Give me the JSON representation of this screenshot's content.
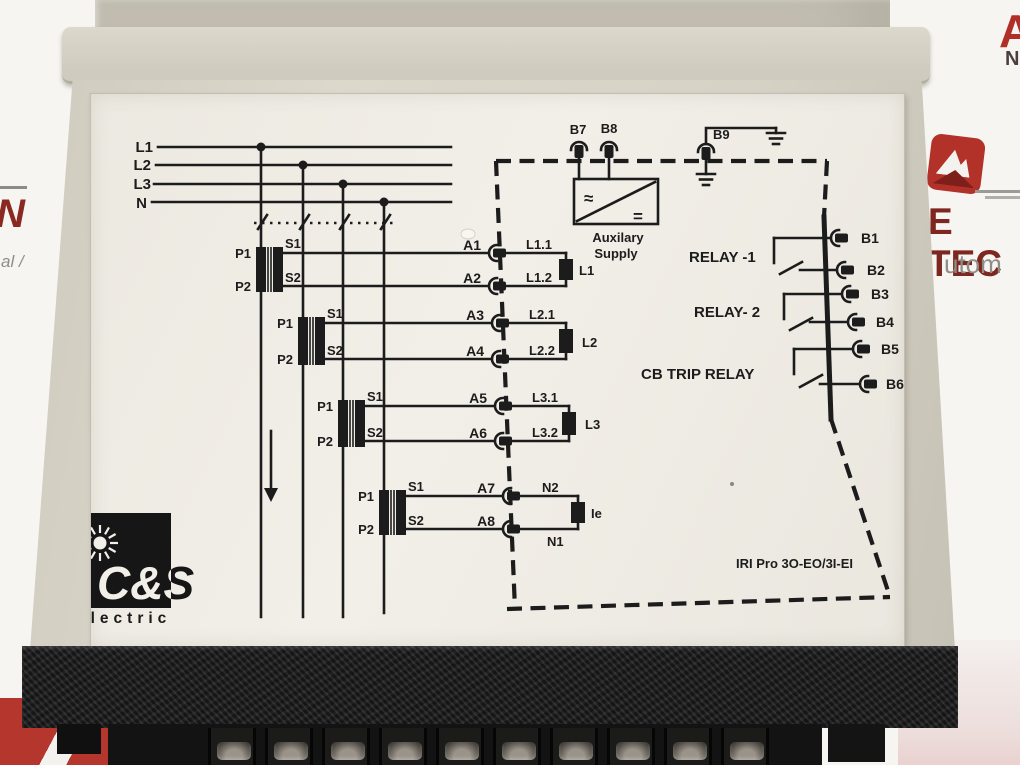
{
  "background": {
    "left_fragment_top": "IN",
    "left_fragment_bottom": "al /",
    "right_fragment_top": "A",
    "right_fragment_n": "N",
    "right_fragment_mid": "E TEC",
    "right_fragment_bottom": "utom",
    "accent_red": "#b23129",
    "text_red": "#8a2922",
    "gray": "#8f8d88"
  },
  "device": {
    "body_color": "#d6d2c6",
    "band_color": "#232325",
    "label_color": "#eeebe4",
    "print_color": "#1c1c1c",
    "brand": {
      "name": "C&S",
      "sub": "electric"
    },
    "model": "IRI Pro 3O-EO/3I-EI"
  },
  "diagram": {
    "phases": [
      {
        "label": "L1"
      },
      {
        "label": "L2"
      },
      {
        "label": "L3"
      },
      {
        "label": "N"
      }
    ],
    "ct_labels": {
      "p1": "P1",
      "p2": "P2",
      "s1": "S1",
      "s2": "S2"
    },
    "pairs": [
      {
        "a_top": "A1",
        "a_bot": "A2",
        "w_top": "L1.1",
        "w_bot": "L1.2",
        "load": "L1"
      },
      {
        "a_top": "A3",
        "a_bot": "A4",
        "w_top": "L2.1",
        "w_bot": "L2.2",
        "load": "L2"
      },
      {
        "a_top": "A5",
        "a_bot": "A6",
        "w_top": "L3.1",
        "w_bot": "L3.2",
        "load": "L3"
      },
      {
        "a_top": "A7",
        "a_bot": "A8",
        "w_top": "N2",
        "w_bot": "N1",
        "load": "Ie"
      }
    ],
    "aux_supply": {
      "b7": "B7",
      "b8": "B8",
      "b9": "B9",
      "ac_symbol": "≈",
      "dc_symbol": "=",
      "caption_line1": "Auxilary",
      "caption_line2": "Supply"
    },
    "relays": [
      {
        "name": "RELAY -1",
        "terminal_top": "B1",
        "terminal_bottom": "B2"
      },
      {
        "name": "RELAY- 2",
        "terminal_top": "B3",
        "terminal_bottom": "B4"
      },
      {
        "name": "CB TRIP RELAY",
        "terminal_top": "B5",
        "terminal_bottom": "B6"
      }
    ]
  }
}
